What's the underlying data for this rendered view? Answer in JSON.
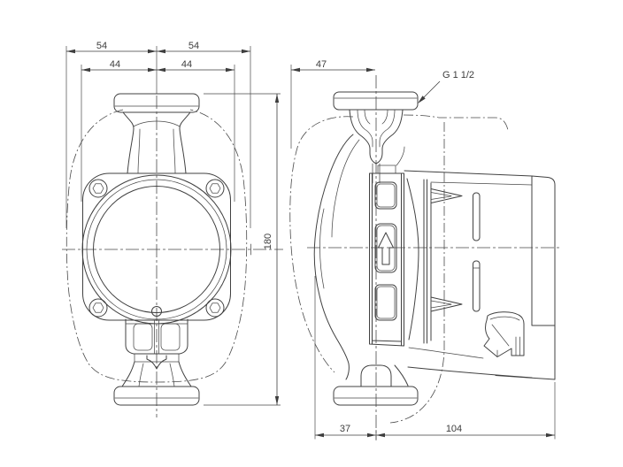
{
  "drawing": {
    "type": "pump dimensional drawing",
    "front_view": {
      "dim_width_outer_left": "54",
      "dim_width_outer_right": "54",
      "dim_width_inner_left": "44",
      "dim_width_inner_right": "44",
      "dim_total_height": "180"
    },
    "side_view": {
      "dim_top_depth": "47",
      "thread_label": "G 1 1/2",
      "dim_bottom_front": "37",
      "dim_bottom_back": "104",
      "panel_icon": "up-arrow-icon"
    },
    "colors": {
      "line": "#414141",
      "dimension_text": "#3d3d3d",
      "background": "#ffffff"
    }
  }
}
